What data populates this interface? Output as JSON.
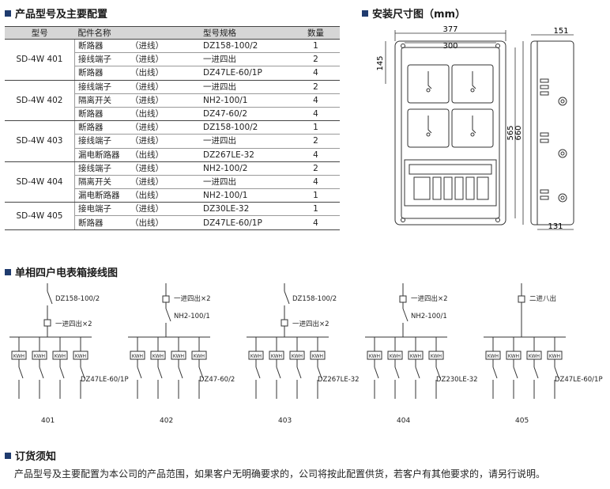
{
  "sections": {
    "config_title": "产品型号及主要配置",
    "dimension_title": "安装尺寸图（mm）",
    "wiring_title": "单相四户电表箱接线图",
    "order_title": "订货须知"
  },
  "table": {
    "headers": [
      "型号",
      "配件名称",
      "型号规格",
      "数量"
    ],
    "groups": [
      {
        "model": "SD-4W 401",
        "rows": [
          {
            "part": "断路器",
            "dir": "（进线）",
            "spec": "DZ158-100/2",
            "qty": "1"
          },
          {
            "part": "接线端子",
            "dir": "（进线）",
            "spec": "一进四出",
            "qty": "2"
          },
          {
            "part": "断路器",
            "dir": "（出线）",
            "spec": "DZ47LE-60/1P",
            "qty": "4"
          }
        ]
      },
      {
        "model": "SD-4W 402",
        "rows": [
          {
            "part": "接线端子",
            "dir": "（进线）",
            "spec": "一进四出",
            "qty": "2"
          },
          {
            "part": "隔离开关",
            "dir": "（进线）",
            "spec": "NH2-100/1",
            "qty": "4"
          },
          {
            "part": "断路器",
            "dir": "（出线）",
            "spec": "DZ47-60/2",
            "qty": "4"
          }
        ]
      },
      {
        "model": "SD-4W 403",
        "rows": [
          {
            "part": "断路器",
            "dir": "（进线）",
            "spec": "DZ158-100/2",
            "qty": "1"
          },
          {
            "part": "接线端子",
            "dir": "（进线）",
            "spec": "一进四出",
            "qty": "2"
          },
          {
            "part": "漏电断路器",
            "dir": "（出线）",
            "spec": "DZ267LE-32",
            "qty": "4"
          }
        ]
      },
      {
        "model": "SD-4W 404",
        "rows": [
          {
            "part": "接线端子",
            "dir": "（进线）",
            "spec": "NH2-100/2",
            "qty": "2"
          },
          {
            "part": "隔离开关",
            "dir": "（进线）",
            "spec": "一进四出",
            "qty": "4"
          },
          {
            "part": "漏电断路器",
            "dir": "（出线）",
            "spec": "NH2-100/1",
            "qty": "1"
          }
        ]
      },
      {
        "model": "SD-4W 405",
        "rows": [
          {
            "part": "接电端子",
            "dir": "（进线）",
            "spec": "DZ30LE-32",
            "qty": "1"
          },
          {
            "part": "断路器",
            "dir": "（出线）",
            "spec": "DZ47LE-60/1P",
            "qty": "4"
          }
        ]
      }
    ]
  },
  "dimensions": {
    "front_width_outer": "377",
    "front_width_inner": "300",
    "front_height_outer": "660",
    "front_height_inner": "565",
    "front_top_offset": "145",
    "side_depth_top": "151",
    "side_depth_bottom": "131"
  },
  "wiring": {
    "meter_label": "KWH",
    "diagrams": [
      {
        "id": "401",
        "top_label": "DZ158-100/2",
        "mid_label": "一进四出×2",
        "out_label": "DZ47LE-60/1P"
      },
      {
        "id": "402",
        "top_label": "一进四出×2",
        "mid_label": "NH2-100/1",
        "out_label": "DZ47-60/2"
      },
      {
        "id": "403",
        "top_label": "DZ158-100/2",
        "mid_label": "一进四出×2",
        "out_label": "DZ267LE-32"
      },
      {
        "id": "404",
        "top_label": "一进四出×2",
        "mid_label": "NH2-100/1",
        "out_label": "DZ230LE-32"
      },
      {
        "id": "405",
        "top_label": "二进八出",
        "mid_label": "",
        "out_label": "DZ47LE-60/1P"
      }
    ]
  },
  "order_note": "产品型号及主要配置为本公司的产品范围，如果客户无明确要求的，公司将按此配置供货，若客户有其他要求的，请另行说明。",
  "colors": {
    "accent": "#1f3b6e",
    "header_bg": "#d6d6d6",
    "line": "#444444"
  }
}
